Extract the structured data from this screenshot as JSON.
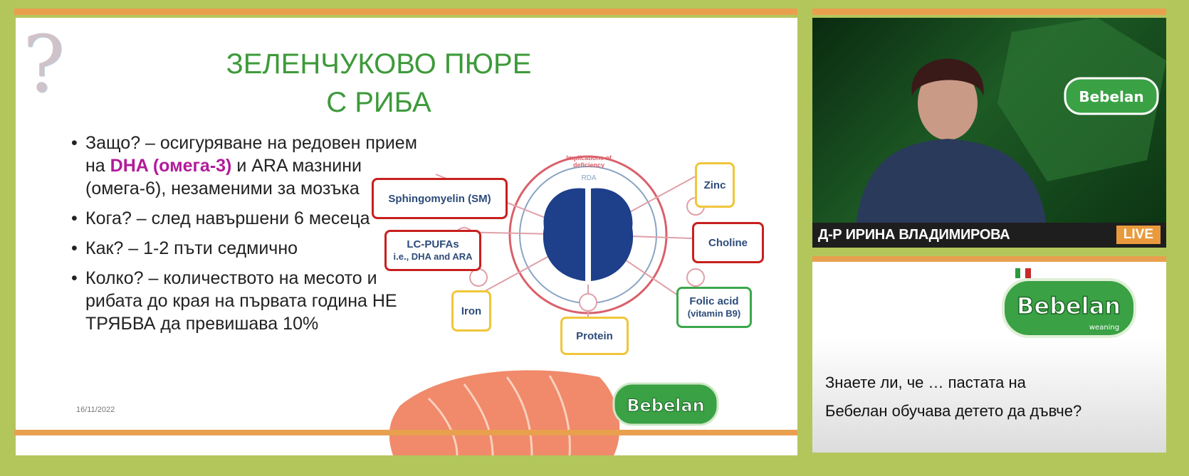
{
  "slide": {
    "title_line1": "ЗЕЛЕНЧУКОВО ПЮРЕ",
    "title_line2": "С РИБА",
    "bullets": [
      {
        "pre": "Защо? – осигуряване на редовен прием на ",
        "highlight": "DHA (омега-3)",
        "post": " и ARA мазнини (омега-6), незаменими за мозъка"
      },
      {
        "text": "Кога? – след навършени 6 месеца"
      },
      {
        "text": "Как? – 1-2 пъти седмично"
      },
      {
        "text": "Колко? – количеството на месото и рибата до края на първата година НЕ ТРЯБВА да превишава 10%"
      }
    ],
    "date": "16/11/2022",
    "diagram": {
      "ring_outer": "Implications of deficiency",
      "ring_inner": "RDA",
      "nutrients": [
        "Sphingomyelin (SM)",
        "LC-PUFAs",
        "i.e., DHA and ARA",
        "Iron",
        "Protein",
        "Folic acid",
        "(vitamin B9)",
        "Choline",
        "Zinc"
      ]
    },
    "logo": "Bebelan"
  },
  "stream": {
    "speaker_name": "Д-Р ИРИНА ВЛАДИМИРОВА",
    "live_label": "LIVE",
    "video_logo": "Bebelan",
    "info_logo": "Bebelan",
    "info_logo_sub": "weaning",
    "info_line1": "Знаете ли, че … пастата на",
    "info_line2": "Бебелан обучава детето да дъвче?"
  },
  "colors": {
    "accent_green": "#3d9a3a",
    "frame_green": "#b3c65c",
    "orange": "#e9a04e",
    "highlight": "#b21a9a"
  }
}
